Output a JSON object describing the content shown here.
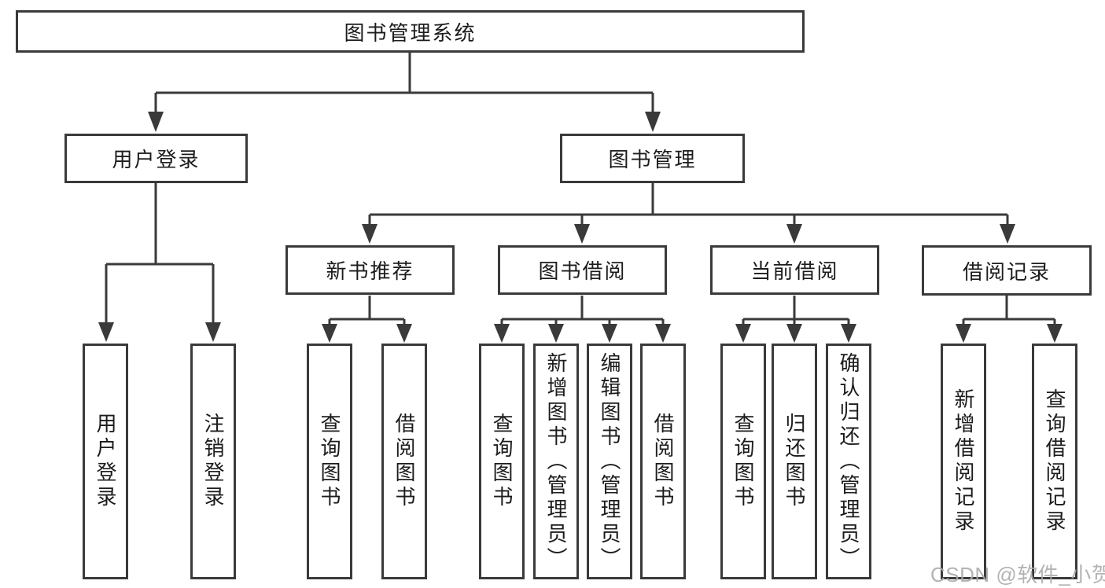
{
  "diagram": {
    "tree": {
      "label": "图书管理系统",
      "children": [
        {
          "label": "用户登录",
          "children": [
            {
              "label": "用户登录"
            },
            {
              "label": "注销登录"
            }
          ]
        },
        {
          "label": "图书管理",
          "children": [
            {
              "label": "新书推荐",
              "children": [
                {
                  "label": "查询图书"
                },
                {
                  "label": "借阅图书"
                }
              ]
            },
            {
              "label": "图书借阅",
              "children": [
                {
                  "label": "查询图书"
                },
                {
                  "label": "新增图书（管理员）"
                },
                {
                  "label": "编辑图书（管理员）"
                },
                {
                  "label": "借阅图书"
                }
              ]
            },
            {
              "label": "当前借阅",
              "children": [
                {
                  "label": "查询图书"
                },
                {
                  "label": "归还图书"
                },
                {
                  "label": "确认归还（管理员）"
                }
              ]
            },
            {
              "label": "借阅记录",
              "children": [
                {
                  "label": "新增借阅记录"
                },
                {
                  "label": "查询借阅记录"
                }
              ]
            }
          ]
        }
      ]
    },
    "watermark": {
      "text": "CSDN @软件_小贺同学"
    },
    "colors": {
      "line": "#3a3a3a",
      "text": "#1c1c1c",
      "box_fill": "#ffffff",
      "watermark": "#ababab"
    }
  }
}
